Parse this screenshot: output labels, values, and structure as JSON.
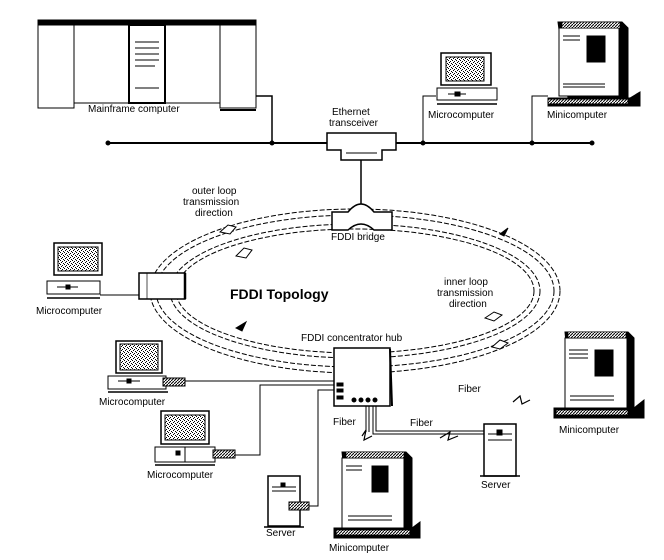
{
  "diagram": {
    "title": "FDDI Topology",
    "labels": {
      "mainframe": "Mainframe computer",
      "ethernet_transceiver_line1": "Ethernet",
      "ethernet_transceiver_line2": "transceiver",
      "micro_top": "Microcomputer",
      "mini_top": "Minicomputer",
      "outer_loop_line1": "outer loop",
      "outer_loop_line2": "transmission",
      "outer_loop_line3": "direction",
      "fddi_bridge": "FDDI bridge",
      "inner_loop_line1": "inner loop",
      "inner_loop_line2": "transmission",
      "inner_loop_line3": "direction",
      "micro_left": "Microcomputer",
      "hub": "FDDI concentrator hub",
      "micro_lower1": "Microcomputer",
      "micro_lower2": "Microcomputer",
      "fiber_hub": "Fiber",
      "fiber_server": "Fiber",
      "fiber_right": "Fiber",
      "server_right": "Server",
      "server_left": "Server",
      "mini_bottom": "Minicomputer",
      "mini_right": "Minicomputer"
    },
    "colors": {
      "ink": "#000000",
      "paper": "#ffffff"
    }
  }
}
